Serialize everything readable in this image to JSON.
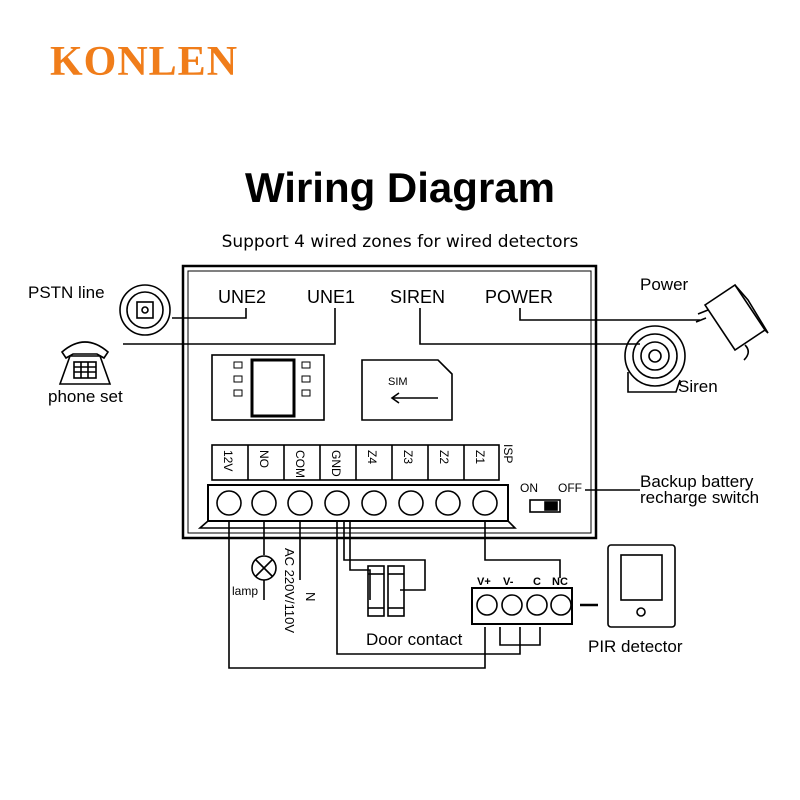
{
  "brand": {
    "name": "KONLEN",
    "color": "#f07d1a"
  },
  "header": {
    "title": "Wiring Diagram",
    "subtitle": "Support 4 wired zones for wired detectors"
  },
  "panel": {
    "top_labels": [
      "UNE2",
      "UNE1",
      "SIREN",
      "POWER"
    ],
    "sim_label": "SIM",
    "terminals": [
      "12V",
      "NO",
      "COM",
      "GND",
      "Z4",
      "Z3",
      "Z2",
      "Z1"
    ],
    "isp_label": "ISP",
    "switch": {
      "on": "ON",
      "off": "OFF"
    }
  },
  "devices": {
    "pstn_line": "PSTN line",
    "phone_set": "phone set",
    "power": "Power",
    "siren": "Siren",
    "backup_battery_line1": "Backup battery",
    "backup_battery_line2": "recharge switch",
    "lamp": "lamp",
    "ac_supply": "AC 220V/110V",
    "neutral": "N",
    "door_contact": "Door contact",
    "pir_detector": "PIR detector",
    "pir_terminals": [
      "V+",
      "V-",
      "C",
      "NC"
    ]
  },
  "colors": {
    "line": "#000000",
    "background": "#ffffff"
  }
}
